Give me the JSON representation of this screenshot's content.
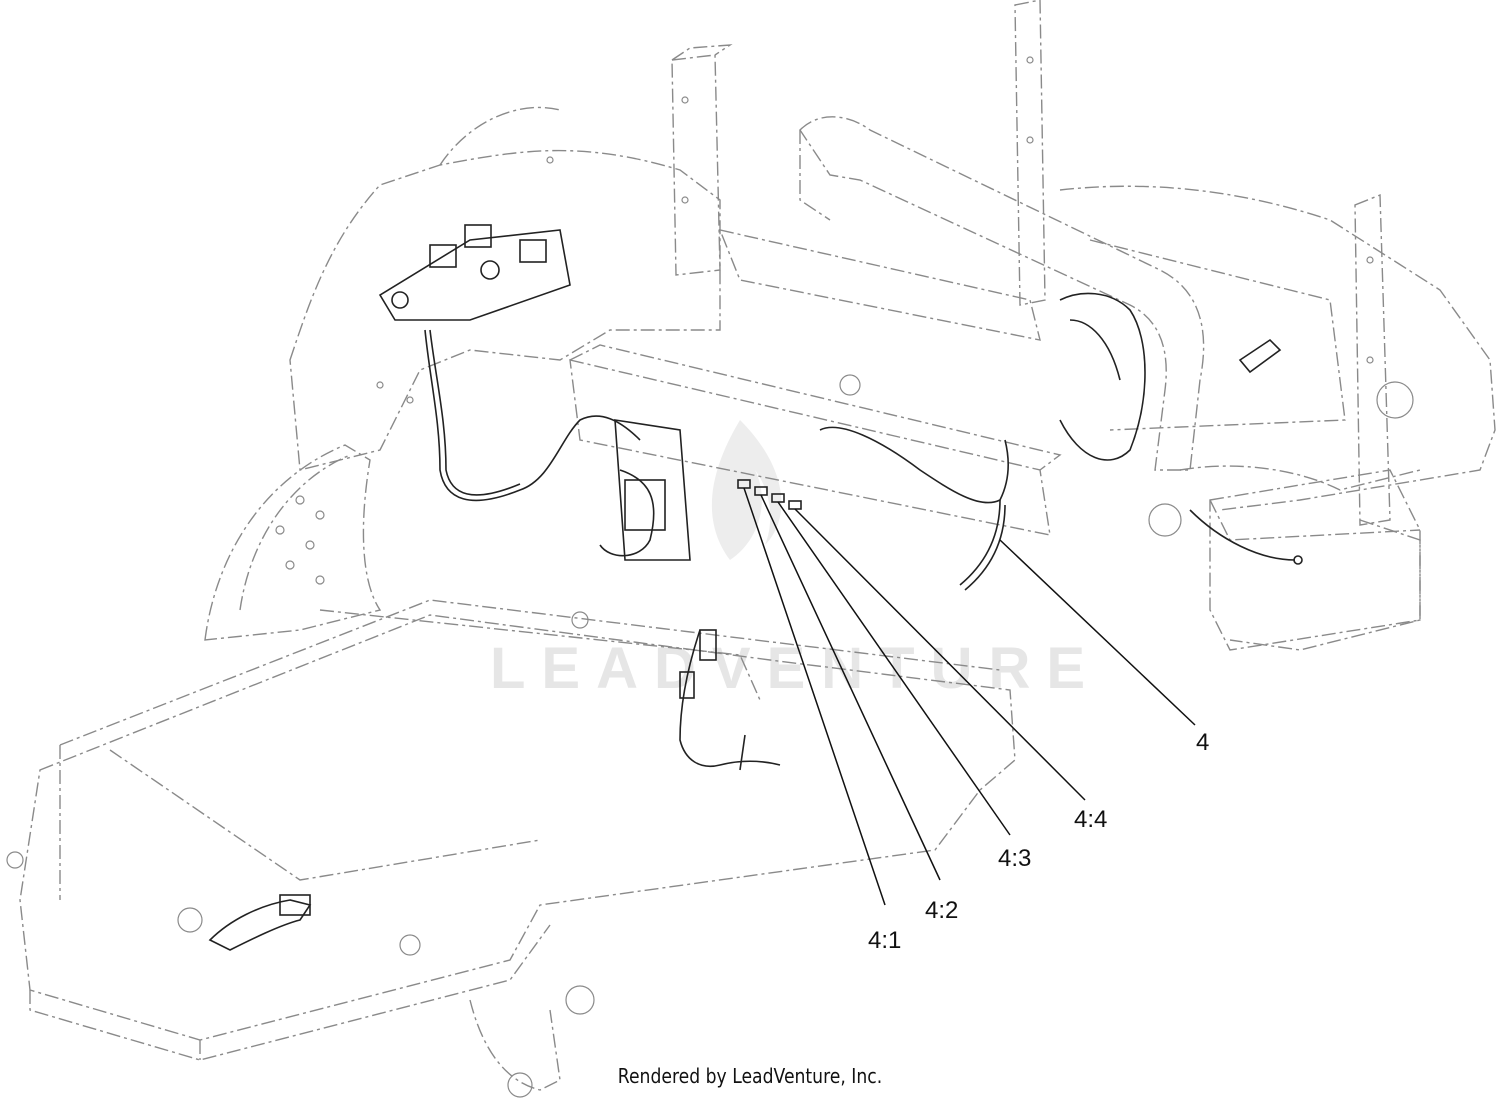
{
  "callouts": {
    "main": "4",
    "c1": "4:1",
    "c2": "4:2",
    "c3": "4:3",
    "c4": "4:4"
  },
  "watermark": "LEADVENTURE",
  "footer": "Rendered by LeadVenture, Inc.",
  "colors": {
    "line": "#333333",
    "ghost": "#9a9a9a",
    "watermark": "#e6e6e6"
  }
}
